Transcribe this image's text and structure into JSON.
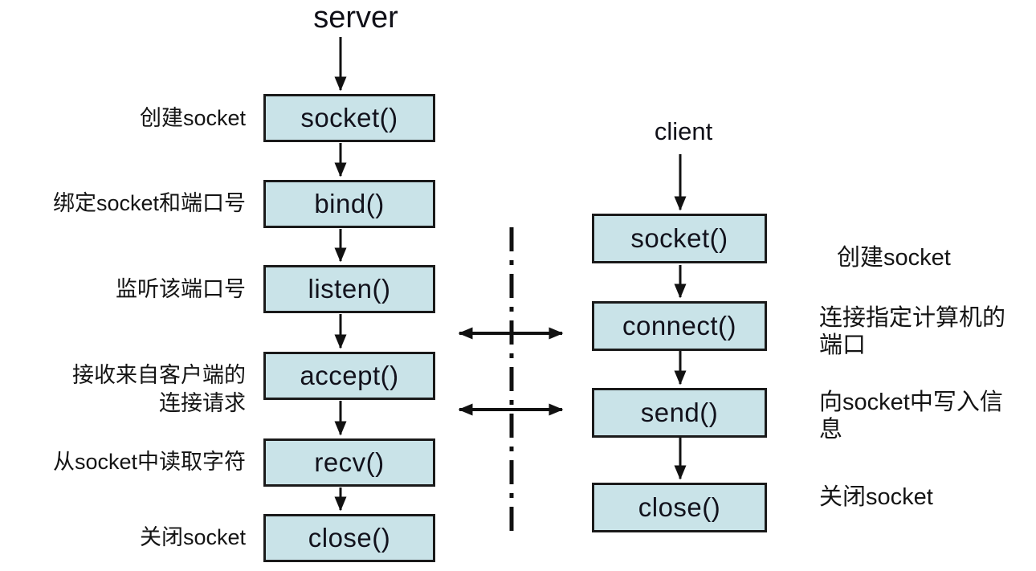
{
  "server_flow": {
    "title": "server",
    "steps": [
      {
        "call": "socket()",
        "label_lines": [
          "创建socket"
        ]
      },
      {
        "call": "bind()",
        "label_lines": [
          "绑定socket和端口号"
        ]
      },
      {
        "call": "listen()",
        "label_lines": [
          "监听该端口号"
        ]
      },
      {
        "call": "accept()",
        "label_lines": [
          "接收来自客户端的",
          "连接请求"
        ]
      },
      {
        "call": "recv()",
        "label_lines": [
          "从socket中读取字符"
        ]
      },
      {
        "call": "close()",
        "label_lines": [
          "关闭socket"
        ]
      }
    ]
  },
  "client_flow": {
    "title": "client",
    "steps": [
      {
        "call": "socket()",
        "label_lines": [
          "创建socket"
        ]
      },
      {
        "call": "connect()",
        "label_lines": [
          "连接指定计算机的",
          "端口"
        ]
      },
      {
        "call": "send()",
        "label_lines": [
          "向socket中写入信",
          "息"
        ]
      },
      {
        "call": "close()",
        "label_lines": [
          "关闭socket"
        ]
      }
    ]
  },
  "colors": {
    "box_fill": "#c9e3e8",
    "box_border": "#1a1a1a",
    "arrow": "#111111",
    "text": "#141414"
  }
}
